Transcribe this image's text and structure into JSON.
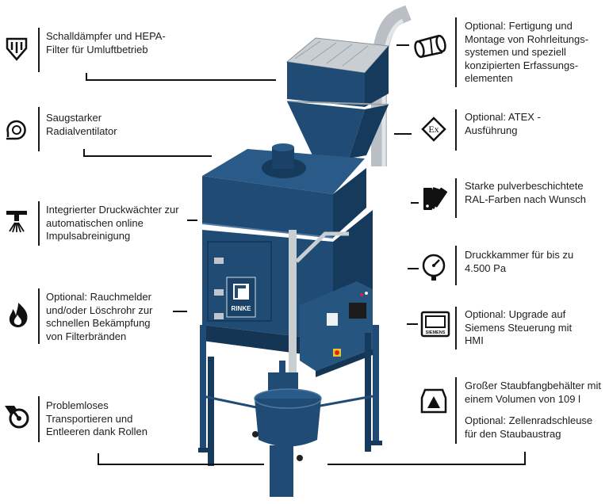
{
  "features_left": [
    {
      "icon": "silencer-hepa-filter-icon",
      "lines": [
        "Schalldämpfer und HEPA-",
        "Filter für Umluftbetrieb"
      ]
    },
    {
      "icon": "radial-fan-icon",
      "lines": [
        "Saugstarker",
        "Radialventilator"
      ]
    },
    {
      "icon": "pressure-switch-icon",
      "lines": [
        "Integrierter Druckwächter zur",
        "automatischen online",
        "Impulsabreinigung"
      ]
    },
    {
      "icon": "flame-icon",
      "lines": [
        "Optional: Rauchmelder",
        "und/oder Löschrohr zur",
        "schnellen Bekämpfung",
        "von Filterbränden"
      ]
    },
    {
      "icon": "castor-wheel-icon",
      "lines": [
        "Problemloses",
        "Transportieren und",
        "Entleeren dank Rollen"
      ]
    }
  ],
  "features_right": [
    {
      "icon": "duct-pipe-icon",
      "lines": [
        "Optional: Fertigung und",
        "Montage von Rohrleitungs-",
        "systemen und speziell",
        "konzipierten Erfassungs-",
        "elementen"
      ]
    },
    {
      "icon": "atex-ex-icon",
      "icon_text": "Ex",
      "lines": [
        "Optional: ATEX -",
        "Ausführung"
      ]
    },
    {
      "icon": "color-swatches-icon",
      "lines": [
        "Starke pulverbeschichtete",
        "RAL-Farben nach Wunsch"
      ]
    },
    {
      "icon": "pressure-gauge-icon",
      "lines": [
        "Druckkammer für bis zu",
        "4.500 Pa"
      ]
    },
    {
      "icon": "siemens-hmi-icon",
      "icon_text": "SIEMENS",
      "lines": [
        "Optional: Upgrade auf",
        "Siemens Steuerung mit",
        "HMI"
      ]
    },
    {
      "icon": "dust-bin-icon",
      "lines": [
        "Großer Staubfangbehälter mit",
        "einem Volumen von 109 l"
      ],
      "lines2": [
        "Optional: Zellenradschleuse",
        "für den Staubaustrag"
      ]
    }
  ],
  "machine": {
    "brand": "RINKE",
    "color": "#1f4b75",
    "accent": "#c0c6cc"
  }
}
